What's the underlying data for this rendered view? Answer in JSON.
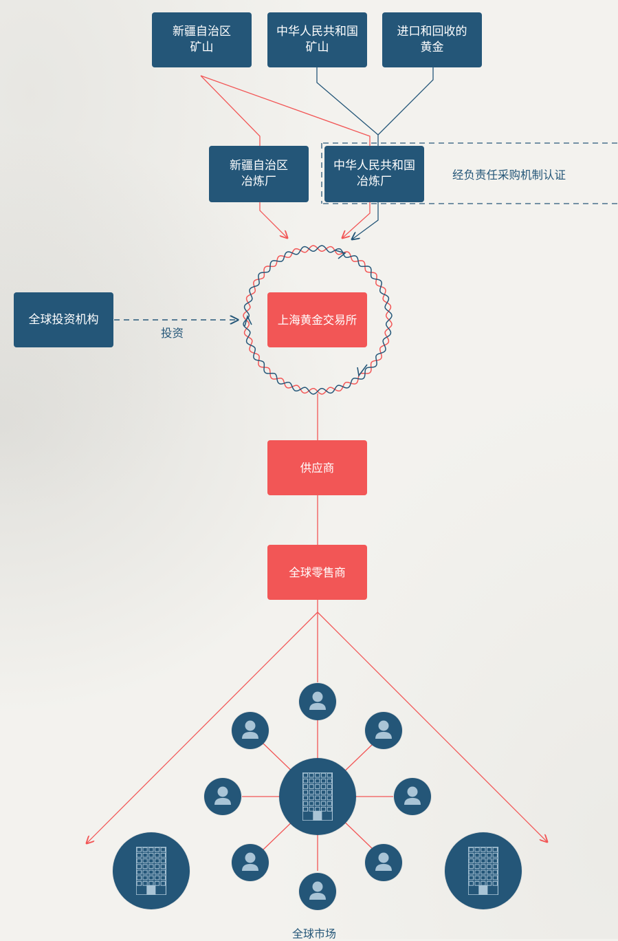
{
  "sources": {
    "xinjiang_mine": "新疆自治区\n矿山",
    "prc_mine": "中华人民共和国\n矿山",
    "imported_gold": "进口和回收的\n黄金"
  },
  "smelters": {
    "xinjiang_smelter": "新疆自治区\n冶炼厂",
    "prc_smelter": "中华人民共和国\n冶炼厂",
    "certification_label": "经负责任采购机制认证"
  },
  "exchange": {
    "investors": "全球投资机构",
    "invest_label": "投资",
    "sge": "上海黄金交易所"
  },
  "chain": {
    "supplier": "供应商",
    "retailer": "全球零售商"
  },
  "market": {
    "label": "全球市场"
  },
  "colors": {
    "blue": "#245678",
    "red": "#f25656",
    "light_blue": "#a9c4d6",
    "background": "#f3f2ee"
  },
  "icons": [
    "building-icon",
    "person-icon"
  ]
}
